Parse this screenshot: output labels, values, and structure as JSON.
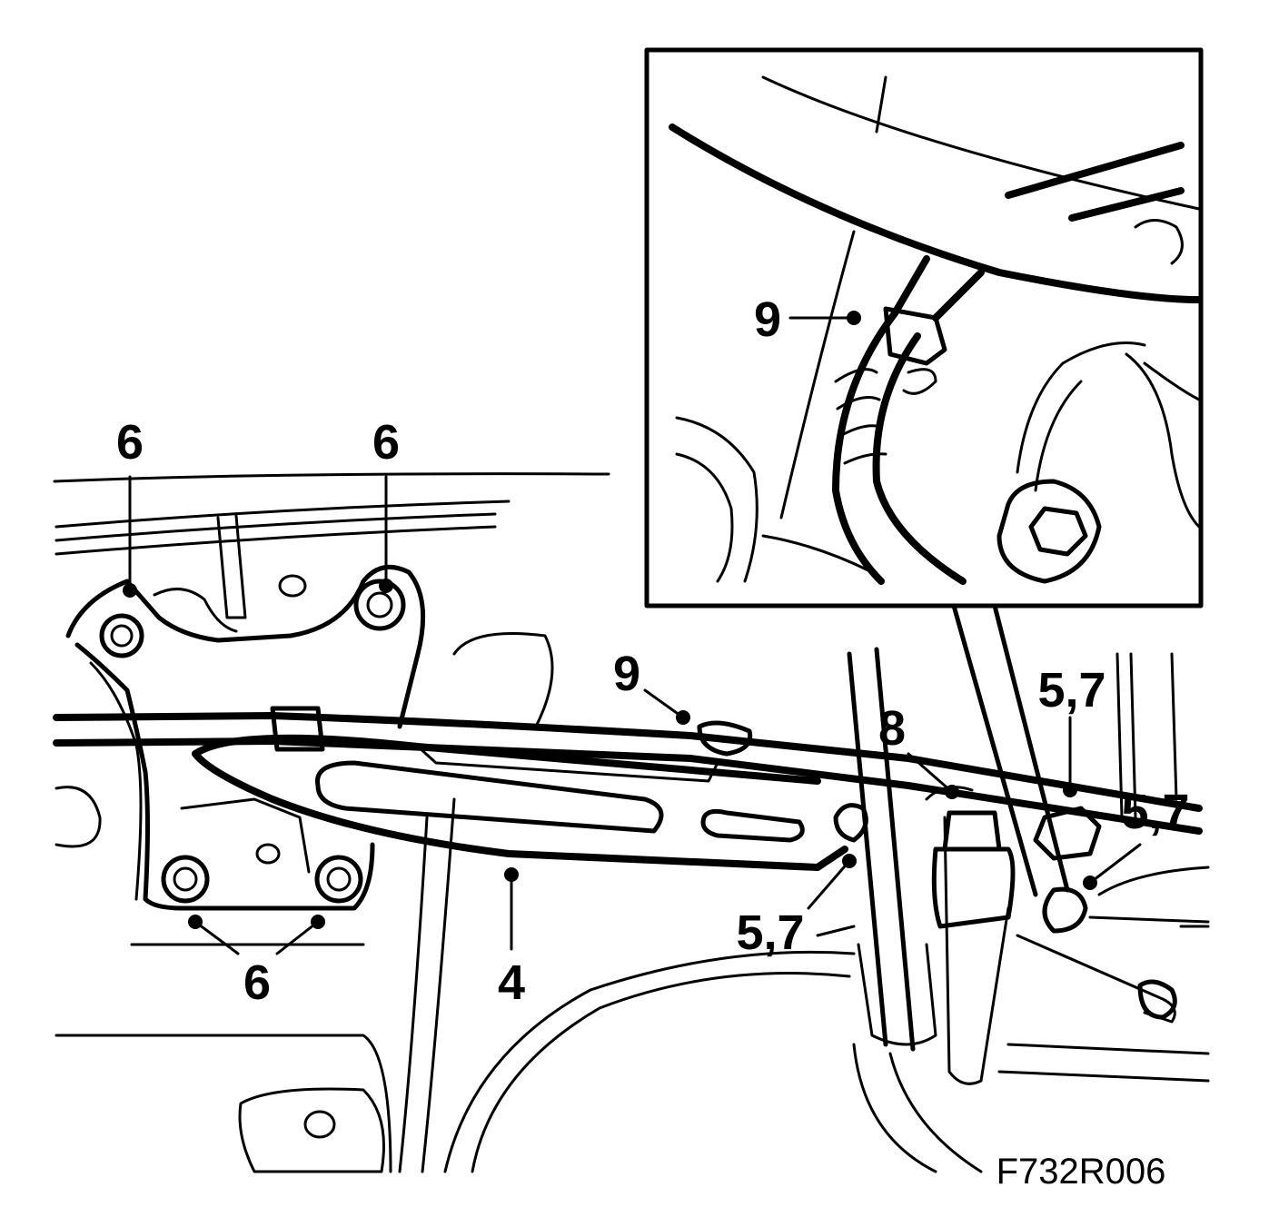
{
  "figure_code": "F732R006",
  "callouts": {
    "c6_top_left": "6",
    "c6_top_mid": "6",
    "c6_bottom": "6",
    "c9_main": "9",
    "c9_inset": "9",
    "c4": "4",
    "c8": "8",
    "c57_upper": "5,7",
    "c57_right": "5,7",
    "c57_lower": "5,7"
  }
}
